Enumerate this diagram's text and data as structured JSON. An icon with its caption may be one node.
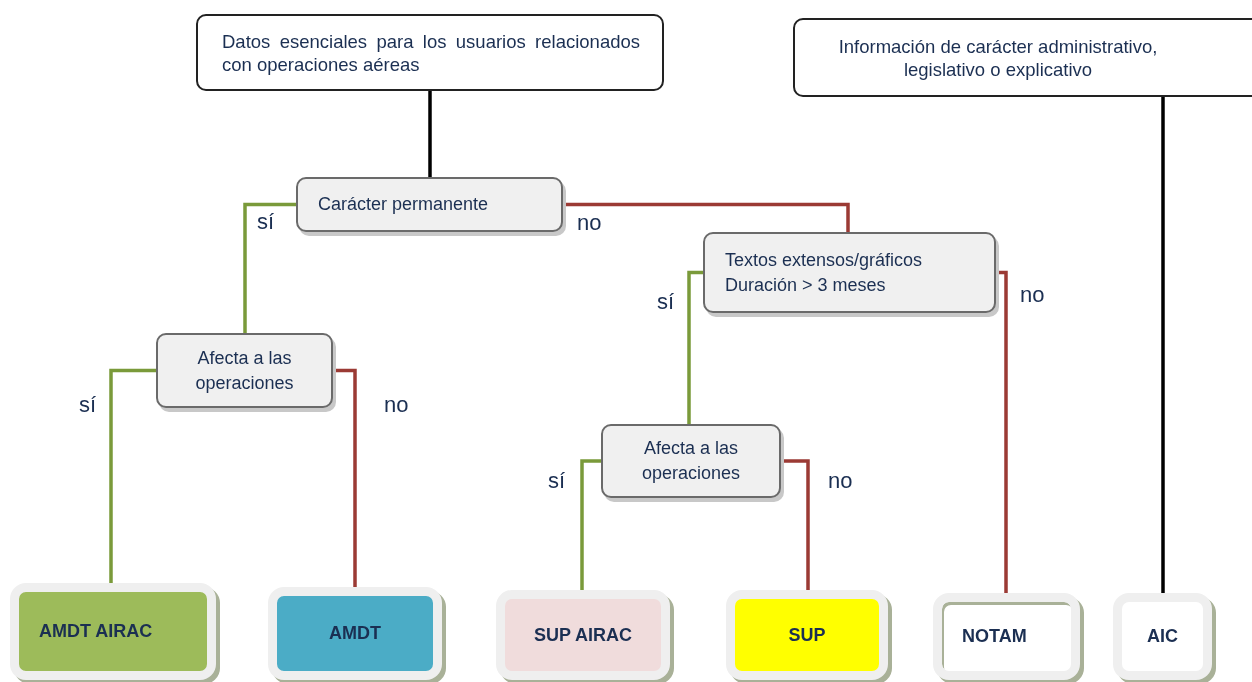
{
  "diagram": {
    "nodes": [
      {
        "text": [
          "Datos esenciales para los usuarios relacionados con operaciones aéreas"
        ]
      },
      {
        "text": [
          "Información de carácter administrativo, legislativo o explicativo"
        ]
      },
      {
        "text": [
          "Carácter permanente"
        ]
      },
      {
        "text": [
          "Textos extensos/gráficos",
          "Duración > 3 meses"
        ]
      },
      {
        "text": [
          "Afecta a las operaciones"
        ]
      },
      {
        "text": [
          "Afecta a las operaciones"
        ]
      },
      {
        "text": [
          "AMDT AIRAC"
        ]
      },
      {
        "text": [
          "AMDT"
        ]
      },
      {
        "text": [
          "SUP AIRAC"
        ]
      },
      {
        "text": [
          "SUP"
        ]
      },
      {
        "text": [
          "NOTAM"
        ]
      },
      {
        "text": [
          "AIC"
        ]
      }
    ],
    "edges": [
      {
        "from": 0,
        "to": 2,
        "arrow": "none",
        "color": "#000000"
      },
      {
        "from": 2,
        "to": 4,
        "arrow": "none",
        "label": "sí",
        "color": "#7a9a3a"
      },
      {
        "from": 2,
        "to": 3,
        "arrow": "none",
        "label": "no",
        "color": "#9b3a34"
      },
      {
        "from": 3,
        "to": 5,
        "arrow": "none",
        "label": "sí",
        "color": "#7a9a3a"
      },
      {
        "from": 3,
        "to": 10,
        "arrow": "none",
        "label": "no",
        "color": "#9b3a34"
      },
      {
        "from": 4,
        "to": 6,
        "arrow": "none",
        "label": "sí",
        "color": "#7a9a3a"
      },
      {
        "from": 4,
        "to": 7,
        "arrow": "none",
        "label": "no",
        "color": "#9b3a34"
      },
      {
        "from": 5,
        "to": 8,
        "arrow": "none",
        "label": "sí",
        "color": "#7a9a3a"
      },
      {
        "from": 5,
        "to": 9,
        "arrow": "none",
        "label": "no",
        "color": "#9b3a34"
      },
      {
        "from": 1,
        "to": 11,
        "arrow": "none",
        "color": "#000000"
      }
    ]
  }
}
